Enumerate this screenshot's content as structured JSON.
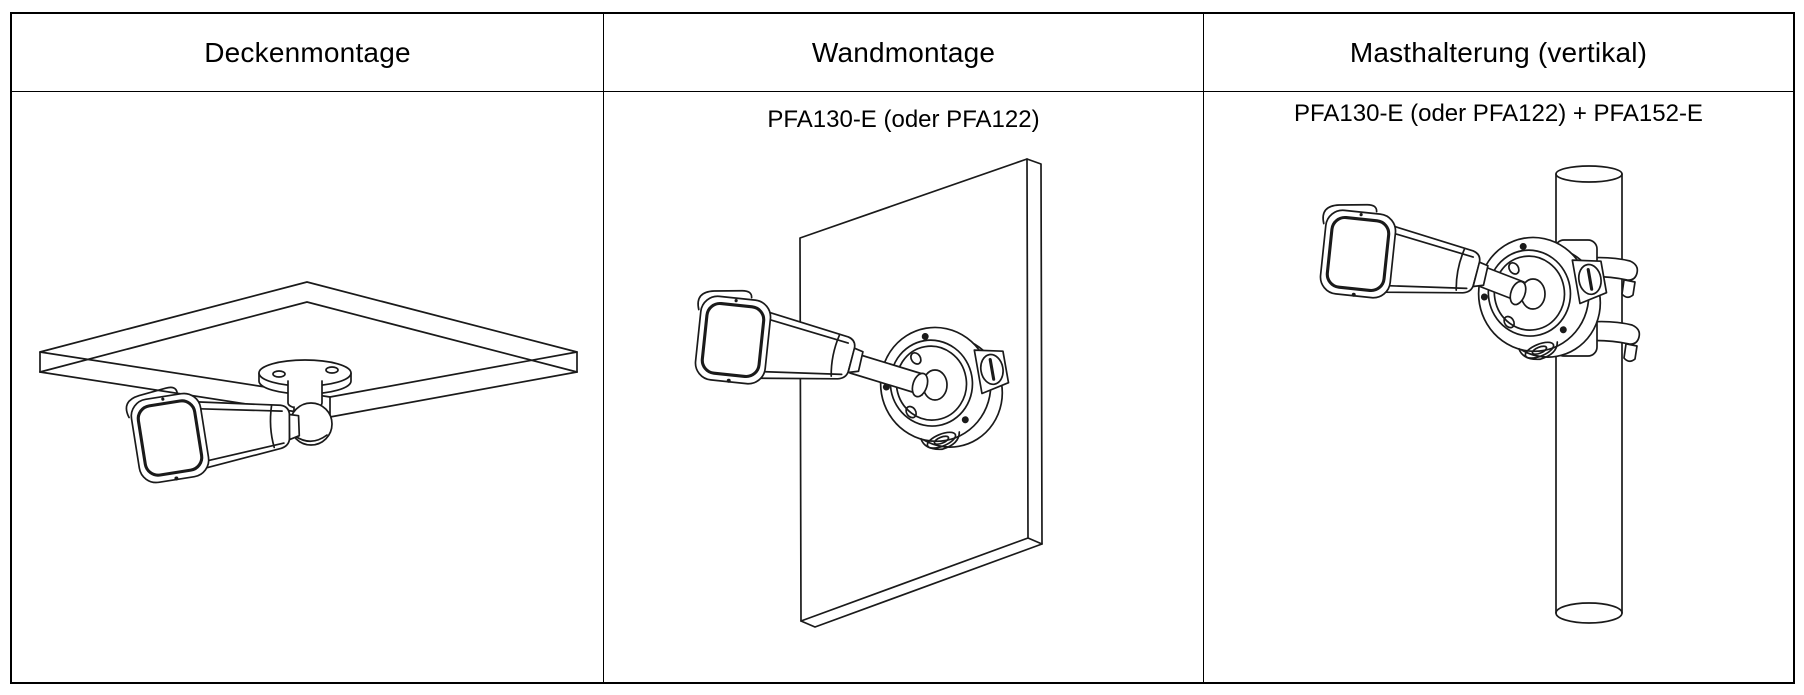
{
  "table": {
    "columns": [
      {
        "header": "Deckenmontage",
        "sublabel": ""
      },
      {
        "header": "Wandmontage",
        "sublabel": "PFA130-E (oder PFA122)"
      },
      {
        "header": "Masthalterung (vertikal)",
        "sublabel": "PFA130-E (oder PFA122) + PFA152-E"
      }
    ]
  },
  "figures": {
    "ceiling": "ceiling-mount-bullet-camera-drawing",
    "wall": "wall-mount-bullet-camera-with-junction-box-drawing",
    "pole": "vertical-pole-mount-bullet-camera-with-junction-box-drawing"
  },
  "colors": {
    "background": "#ffffff",
    "table_border": "#000000",
    "line_art": "#1a1a1a",
    "text": "#000000"
  }
}
